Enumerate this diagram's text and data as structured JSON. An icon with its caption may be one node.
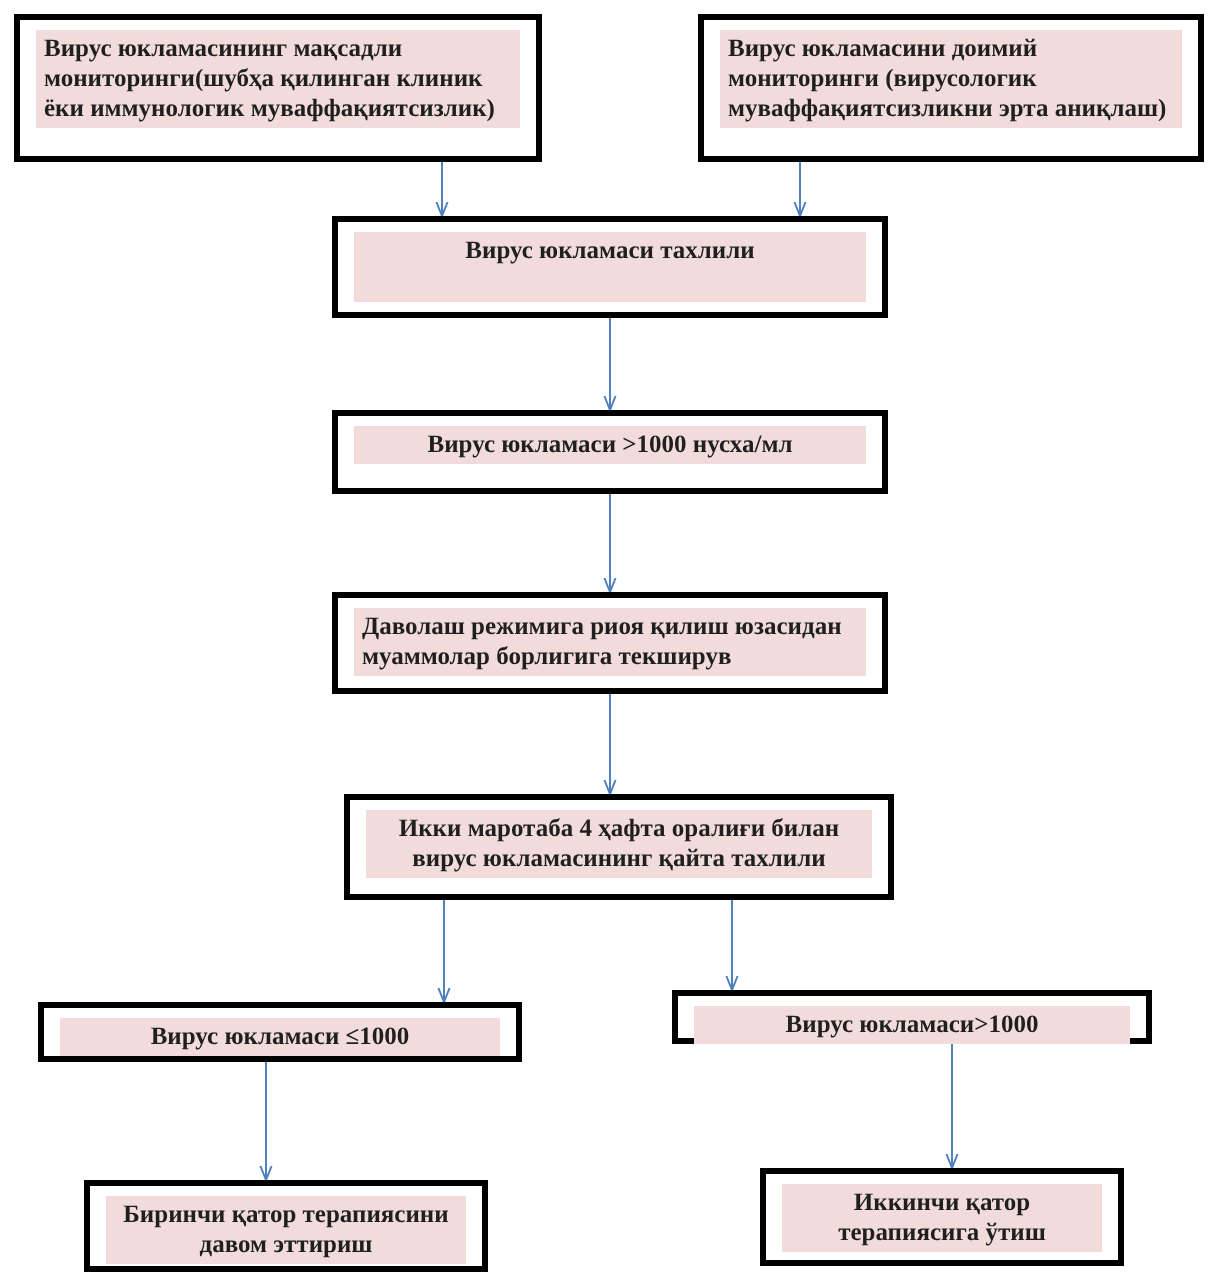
{
  "diagram": {
    "nodes": [
      {
        "text": [
          "Вирус юкламасининг  мақсадли мониторинги(шубҳа қилинган клиник ёки иммунологик муваффақиятсизлик)"
        ]
      },
      {
        "text": [
          "Вирус юкламасини доимий мониторинги (вирусологик муваффақиятсизликни эрта аниқлаш)"
        ]
      },
      {
        "text": [
          "Вирус юкламаси тахлили"
        ]
      },
      {
        "text": [
          "Вирус юкламаси >1000 нусха/мл"
        ]
      },
      {
        "text": [
          "Даволаш режимига риоя қилиш юзасидан муаммолар борлигига текширув"
        ]
      },
      {
        "text": [
          "Икки маротаба 4 ҳафта оралиғи билан вирус юкламасининг  қайта тахлили"
        ]
      },
      {
        "text": [
          "Вирус юкламаси ≤1000"
        ]
      },
      {
        "text": [
          "Вирус юкламаси>1000"
        ]
      },
      {
        "text": [
          "Биринчи қатор терапиясини давом эттириш"
        ]
      },
      {
        "text": [
          "Иккинчи қатор терапиясига ўтиш"
        ]
      }
    ],
    "edges": [
      {
        "from": 0,
        "to": 2,
        "arrow": "to"
      },
      {
        "from": 1,
        "to": 2,
        "arrow": "to"
      },
      {
        "from": 2,
        "to": 3,
        "arrow": "to"
      },
      {
        "from": 3,
        "to": 4,
        "arrow": "to"
      },
      {
        "from": 4,
        "to": 5,
        "arrow": "to"
      },
      {
        "from": 5,
        "to": 6,
        "arrow": "to"
      },
      {
        "from": 5,
        "to": 7,
        "arrow": "to"
      },
      {
        "from": 6,
        "to": 8,
        "arrow": "to"
      },
      {
        "from": 7,
        "to": 9,
        "arrow": "to"
      }
    ]
  }
}
